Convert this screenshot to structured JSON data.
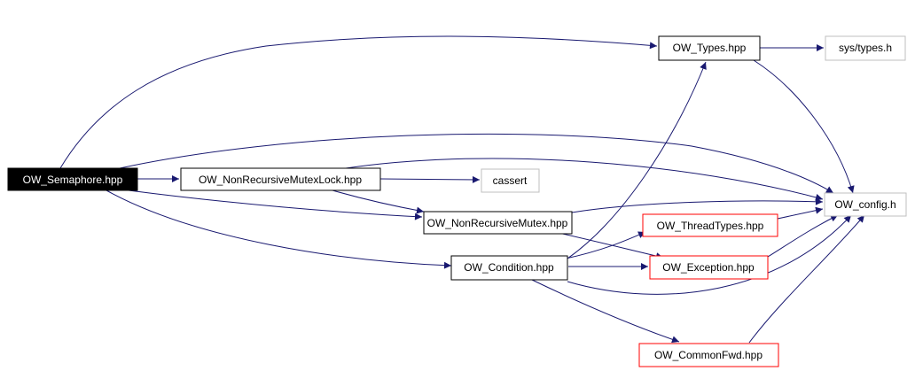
{
  "nodes": {
    "semaphore": "OW_Semaphore.hpp",
    "types": "OW_Types.hpp",
    "sys_types": "sys/types.h",
    "nr_mutex_lock": "OW_NonRecursiveMutexLock.hpp",
    "cassert": "cassert",
    "config": "OW_config.h",
    "nr_mutex": "OW_NonRecursiveMutex.hpp",
    "thread_types": "OW_ThreadTypes.hpp",
    "condition": "OW_Condition.hpp",
    "exception": "OW_Exception.hpp",
    "common_fwd": "OW_CommonFwd.hpp"
  },
  "colors": {
    "edge": "#191970",
    "root_fill": "#000000",
    "documented_border": "#000000",
    "undocumented_border": "#ff0000",
    "external_border": "#bfbfbf"
  }
}
